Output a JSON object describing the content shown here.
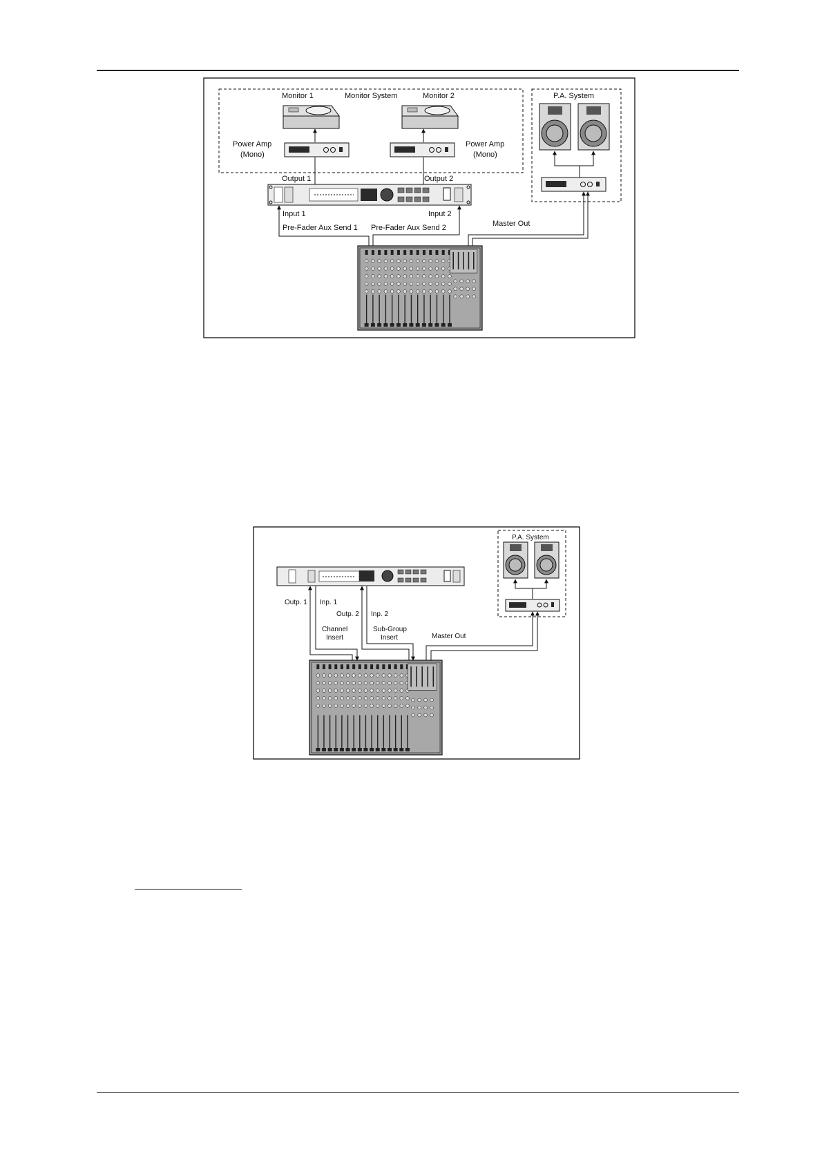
{
  "figure_1": {
    "monitor_1": "Monitor 1",
    "monitor_system": "Monitor System",
    "monitor_2": "Monitor 2",
    "pa_system": "P.A. System",
    "power_amp_left": "Power Amp",
    "mono_left": "(Mono)",
    "power_amp_right": "Power Amp",
    "mono_right": "(Mono)",
    "output_1": "Output 1",
    "output_2": "Output 2",
    "input_1": "Input 1",
    "input_2": "Input 2",
    "aux_send_1": "Pre-Fader Aux Send 1",
    "aux_send_2": "Pre-Fader Aux Send 2",
    "master_out": "Master Out"
  },
  "figure_2": {
    "pa_system": "P.A. System",
    "outp_1": "Outp. 1",
    "inp_1": "Inp. 1",
    "outp_2": "Outp. 2",
    "inp_2": "Inp. 2",
    "channel_1": "Channel",
    "channel_2": "Insert",
    "subgroup_1": "Sub-Group",
    "subgroup_2": "Insert",
    "master_out": "Master Out"
  },
  "colors": {
    "line": "#111111",
    "device_fill": "#e6e6e6",
    "mixer_fill": "#9a9a9a",
    "dark": "#2a2a2a"
  }
}
